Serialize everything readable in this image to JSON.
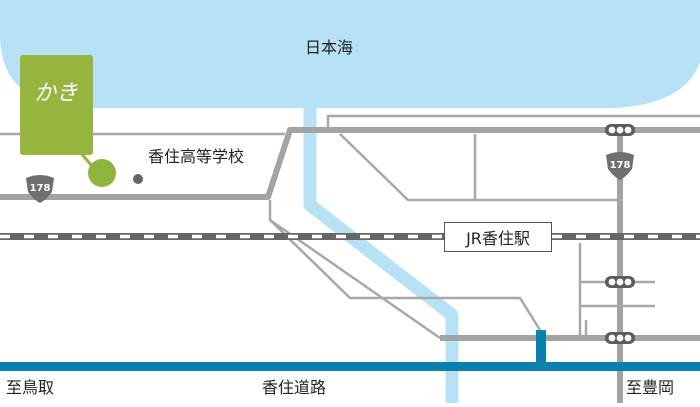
{
  "labels": {
    "sea": "日本海",
    "school": "香住高等学校",
    "station": "JR香住駅",
    "road": "香住道路",
    "west_destination": "至鳥取",
    "east_destination": "至豊岡"
  },
  "route_shields": [
    {
      "number": "178"
    },
    {
      "number": "178"
    }
  ],
  "logo": {
    "glyph": "かき",
    "color": "#97b43e"
  },
  "colors": {
    "sea": "#b7e1f5",
    "river": "#b7e1f5",
    "expressway": "#0a80ad",
    "road_major": "#a3a3a3",
    "road_minor": "#a8a8a8",
    "rail_dark": "#666666",
    "rail_light": "#ffffff",
    "shield": "#6f6f6f",
    "logo_green": "#97b43e",
    "marker_green": "#8db43d",
    "school_dot": "#666666"
  },
  "icons": [
    "sea-area",
    "river",
    "expressway",
    "railway",
    "route-shield-icon",
    "traffic-signal-icon",
    "destination-marker-icon",
    "school-dot-icon",
    "logo-icon"
  ]
}
